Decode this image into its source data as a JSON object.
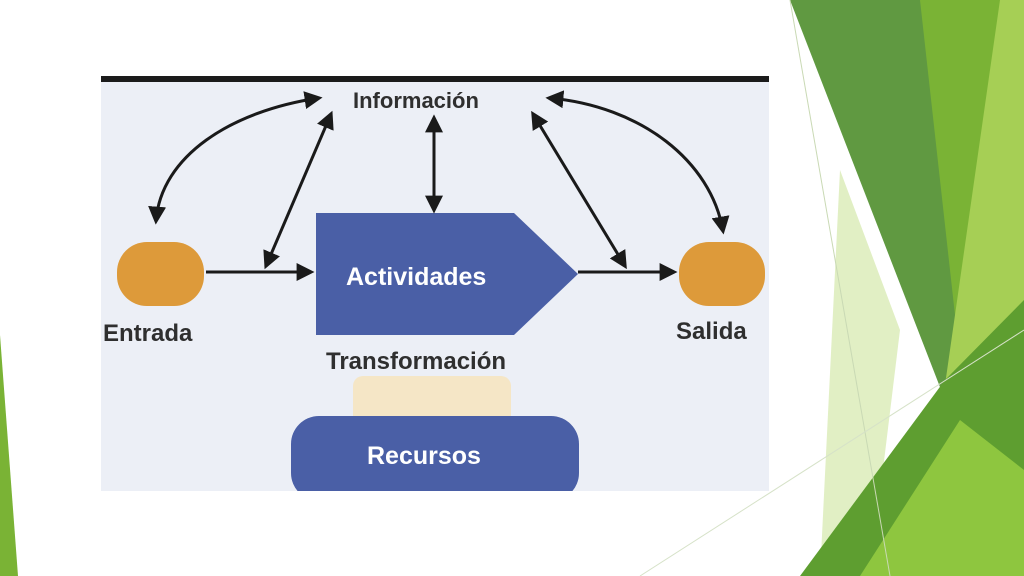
{
  "diagram": {
    "labels": {
      "informacion": "Información",
      "entrada": "Entrada",
      "actividades": "Actividades",
      "salida": "Salida",
      "transformacion": "Transformación",
      "recursos": "Recursos"
    },
    "colors": {
      "process_blue": "#4a5fa6",
      "node_orange": "#dd9a3a",
      "resource_glow": "#f5e6c6",
      "diagram_background": "#eceff6",
      "arrow": "#1a1a1a"
    }
  },
  "slide_theme": {
    "colors": {
      "green_dark": "#4f8e2c",
      "green_mid": "#7ab335",
      "green_light": "#a6cf55",
      "green_pale": "#d9ebb5"
    }
  }
}
